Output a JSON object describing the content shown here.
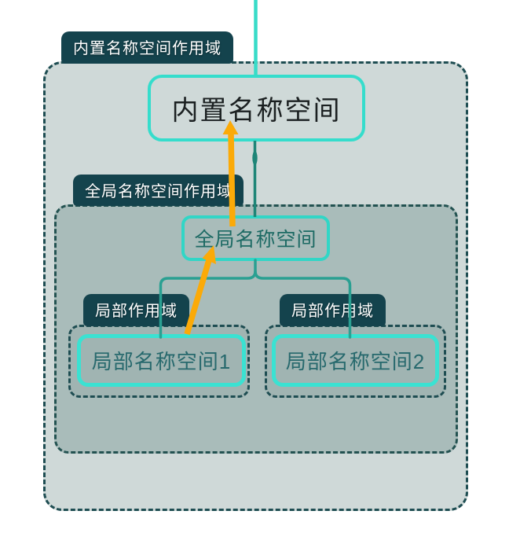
{
  "diagram": {
    "title_semantics": "Python namespace scope diagram",
    "builtin_scope": {
      "tab": "内置名称空间作用域",
      "node": "内置名称空间"
    },
    "global_scope": {
      "tab": "全局名称空间作用域",
      "node": "全局名称空间"
    },
    "local_scopes": [
      {
        "tab": "局部作用域",
        "node": "局部名称空间1"
      },
      {
        "tab": "局部作用域",
        "node": "局部名称空间2"
      }
    ]
  },
  "colors": {
    "scope_fill_outer": "#cfd9d8",
    "scope_fill_global": "#a9bcba",
    "scope_fill_local": "#a0b4b2",
    "tab_fill": "#14434d",
    "tab_text": "#ffffff",
    "dashed_border": "#1e4d52",
    "node_border_teal": "#35ddcc",
    "node_border_cyan": "#3ae2d2",
    "connector_bright": "#38dcc8",
    "connector_dark": "#1e8577",
    "connector_tree": "#2aa092",
    "arrow_orange": "#fbaa08",
    "builtin_node_text": "#1b2021",
    "teal_node_text": "#1d6a64"
  }
}
